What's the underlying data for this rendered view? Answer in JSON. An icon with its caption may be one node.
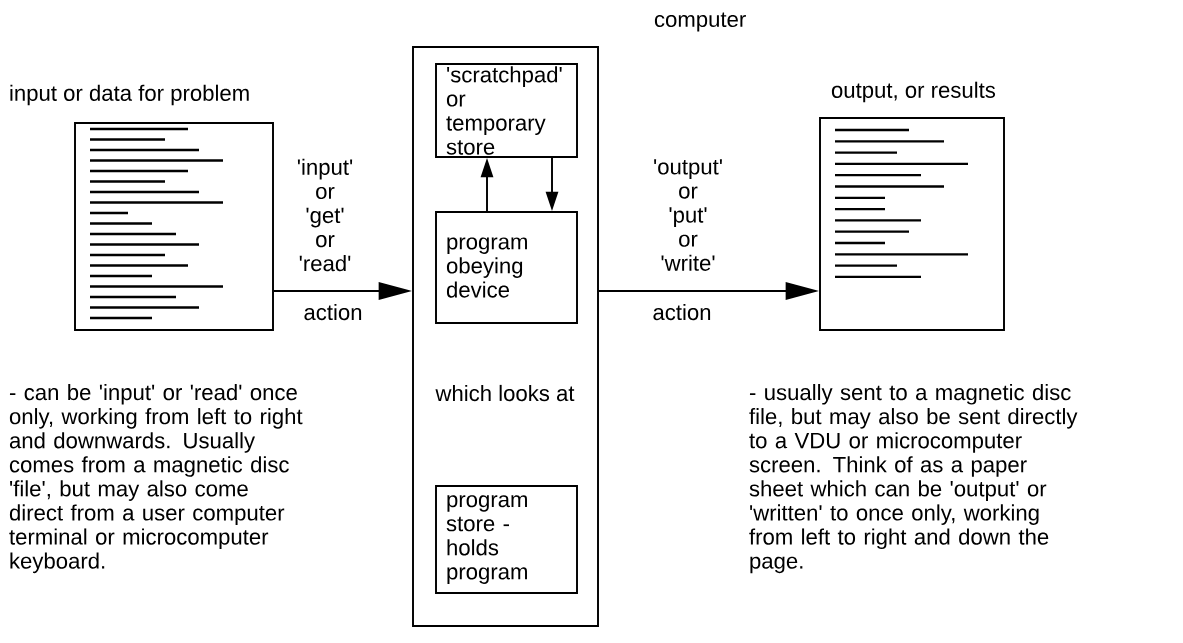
{
  "diagram": {
    "nodes": [
      {
        "text": [
          "input or data for problem"
        ],
        "beside": [
          "- can be 'input' or 'read' once only, working from left to right and downwards. Usually comes from a magnetic disc 'file', but may also come direct from a user computer terminal or microcomputer keyboard."
        ]
      },
      {
        "text": [
          "computer",
          "which looks at"
        ]
      },
      {
        "text": [
          "'scratchpad' or temporary store"
        ],
        "in": 1
      },
      {
        "text": [
          "program obeying device"
        ],
        "in": 1
      },
      {
        "text": [
          "program store - holds program"
        ],
        "in": 1
      },
      {
        "text": [
          "output, or results"
        ],
        "beside": [
          "- usually sent to a magnetic disc file, but may also be sent directly to a VDU or microcomputer screen. Think of as a paper sheet which can be 'output' or 'written' to once only, working from left to right and down the page."
        ]
      }
    ],
    "edges": [
      {
        "from": 0,
        "to": 1,
        "arrow": "to",
        "label": "'input' or 'get' or 'read'"
      },
      {
        "from": 3,
        "to": 2,
        "arrow": "to"
      },
      {
        "from": 2,
        "to": 3,
        "arrow": "to"
      },
      {
        "from": 1,
        "to": 5,
        "arrow": "to",
        "label": "'output' or 'put' or 'write'"
      }
    ],
    "labels": [
      "action",
      "action"
    ]
  }
}
